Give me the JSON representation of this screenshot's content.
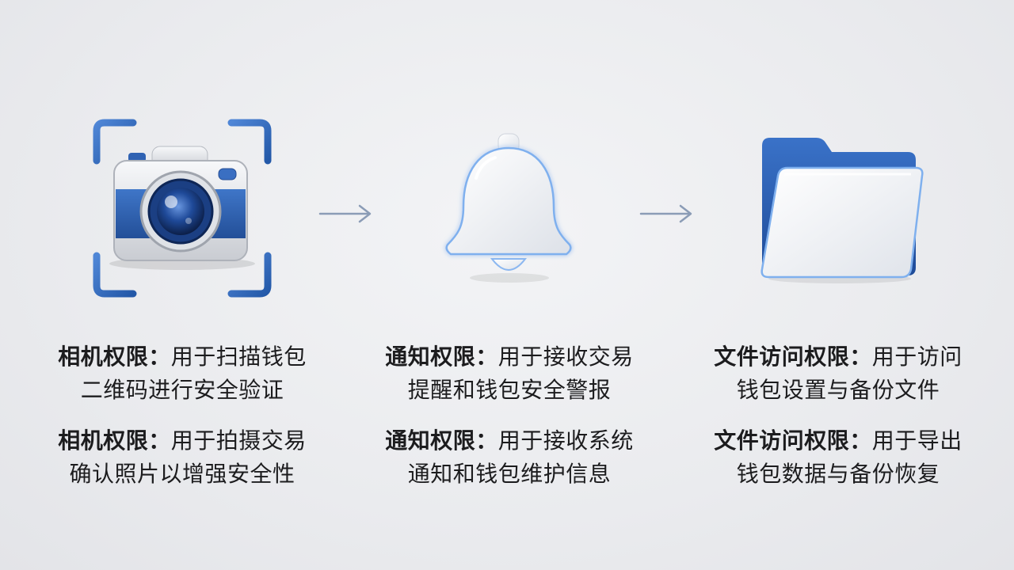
{
  "steps": [
    {
      "icon": "camera-icon",
      "items": [
        {
          "title": "相机权限：",
          "line1_rest": "用于扫描钱包",
          "line2": "二维码进行安全验证"
        },
        {
          "title": "相机权限：",
          "line1_rest": "用于拍摄交易",
          "line2": "确认照片以增强安全性"
        }
      ]
    },
    {
      "icon": "bell-icon",
      "items": [
        {
          "title": "通知权限：",
          "line1_rest": "用于接收交易",
          "line2": "提醒和钱包安全警报"
        },
        {
          "title": "通知权限：",
          "line1_rest": "用于接收系统",
          "line2": "通知和钱包维护信息"
        }
      ]
    },
    {
      "icon": "folder-icon",
      "items": [
        {
          "title": "文件访问权限：",
          "line1_rest": "用于访问",
          "line2": "钱包设置与备份文件"
        },
        {
          "title": "文件访问权限：",
          "line1_rest": "用于导出",
          "line2": "钱包数据与备份恢复"
        }
      ]
    }
  ],
  "colors": {
    "accent_blue": "#2f62b3",
    "arrow": "#8b9cb6"
  }
}
